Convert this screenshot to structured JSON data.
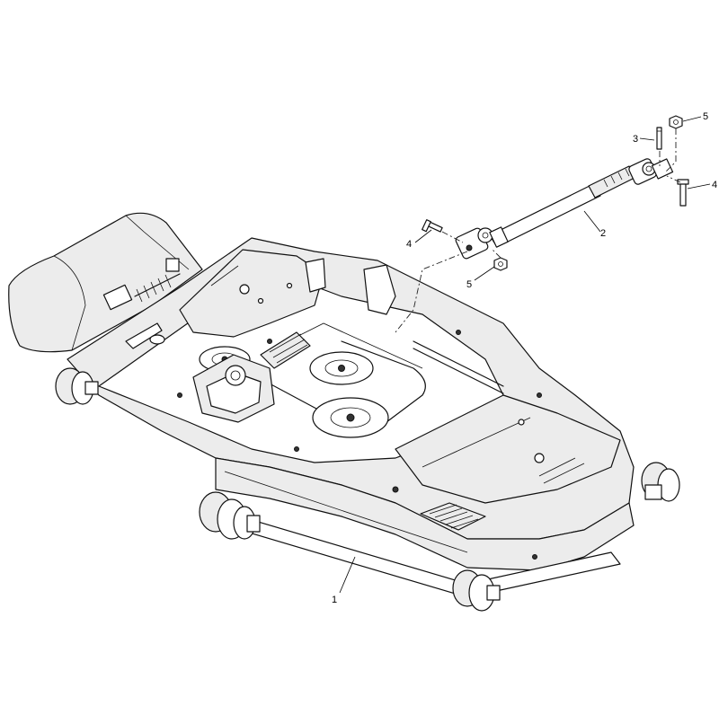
{
  "callouts": {
    "c1": "1",
    "c2": "2",
    "c3": "3",
    "c4a": "4",
    "c4b": "4",
    "c5a": "5",
    "c5b": "5"
  },
  "colors": {
    "line": "#111111",
    "shade": "#ececec",
    "background": "#ffffff"
  }
}
